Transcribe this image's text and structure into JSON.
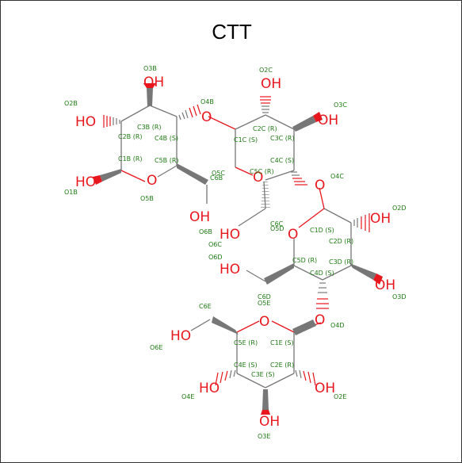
{
  "title": "CTT",
  "colors": {
    "oxygen": "#e8161d",
    "label": "#1d7a12",
    "bond": "#777777",
    "frame": "#333333"
  },
  "atoms": {
    "oh_o3b": "OH",
    "ho_o2b": "HO",
    "ho_o1b": "HO",
    "o_o5b": "O",
    "oh_o6b": "OH",
    "o_o4b": "O",
    "oh_o2c": "OH",
    "oh_o3c": "OH",
    "o_o5c": "O",
    "ho_o6c": "HO",
    "o_o4c": "O",
    "oh_o2d": "OH",
    "oh_o3d": "OH",
    "o_o5d": "O",
    "ho_o6d": "HO",
    "o_o4d": "O",
    "o_o5e": "O",
    "ho_o6e": "HO",
    "oh_o2e": "OH",
    "ho_o4e": "HO",
    "oh_o3e": "OH"
  },
  "labels": {
    "O3B": "O3B",
    "O2B": "O2B",
    "O1B": "O1B",
    "O4B": "O4B",
    "O5B": "O5B",
    "O6B": "O6B",
    "C1B": "C1B (R)",
    "C2B": "C2B (R)",
    "C3B": "C3B (R)",
    "C4B": "C4B (S)",
    "C5B": "C5B (R)",
    "C6B": "C6B",
    "O2C": "O2C",
    "O3C": "O3C",
    "O4C": "O4C",
    "O5C": "O5C",
    "O6C": "O6C",
    "C1C": "C1C (S)",
    "C2C": "C2C (R)",
    "C3C": "C3C (R)",
    "C4C": "C4C (S)",
    "C5C": "C5C (R)",
    "C6C": "C6C",
    "O2D": "O2D",
    "O3D": "O3D",
    "O4D": "O4D",
    "O5D": "O5D",
    "O6D": "O6D",
    "C1D": "C1D (S)",
    "C2D": "C2D (R)",
    "C3D": "C3D (R)",
    "C4D": "C4D (S)",
    "C5D": "C5D (R)",
    "C6D": "C6D",
    "O2E": "O2E",
    "O3E": "O3E",
    "O4E": "O4E",
    "O5E": "O5E",
    "O6E": "O6E",
    "C1E": "C1E (S)",
    "C2E": "C2E (R)",
    "C3E": "C3E (S)",
    "C4E": "C4E (S)",
    "C5E": "C5E (R)",
    "C6E": "C6E"
  }
}
